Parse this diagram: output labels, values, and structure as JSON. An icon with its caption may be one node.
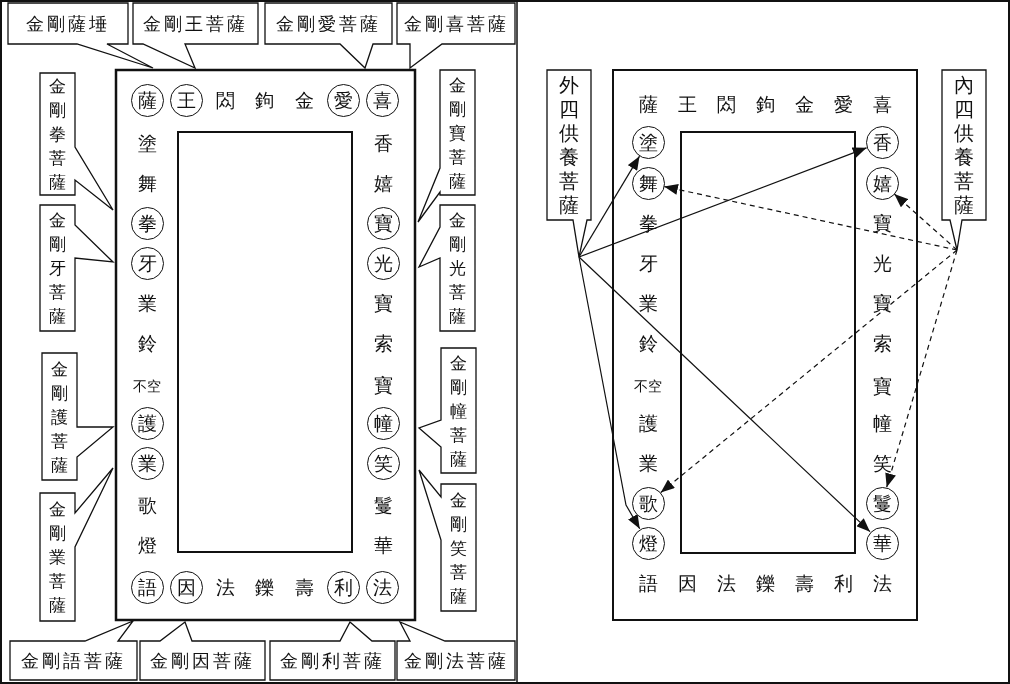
{
  "diagram": {
    "nodes": [
      {
        "text": [
          "金剛薩埵"
        ]
      },
      {
        "text": [
          "金剛王菩薩"
        ]
      },
      {
        "text": [
          "金剛愛菩薩"
        ]
      },
      {
        "text": [
          "金剛喜菩薩"
        ]
      },
      {
        "text": [
          "金剛拳菩薩"
        ]
      },
      {
        "text": [
          "金剛寶菩薩"
        ]
      },
      {
        "text": [
          "金剛牙菩薩"
        ]
      },
      {
        "text": [
          "金剛光菩薩"
        ]
      },
      {
        "text": [
          "金剛護菩薩"
        ]
      },
      {
        "text": [
          "金剛幢菩薩"
        ]
      },
      {
        "text": [
          "金剛業菩薩"
        ]
      },
      {
        "text": [
          "金剛笑菩薩"
        ]
      },
      {
        "text": [
          "金剛語菩薩"
        ]
      },
      {
        "text": [
          "金剛因菩薩"
        ]
      },
      {
        "text": [
          "金剛利菩薩"
        ]
      },
      {
        "text": [
          "金剛法菩薩"
        ]
      },
      {
        "text": [
          "薩"
        ]
      },
      {
        "text": [
          "王"
        ]
      },
      {
        "text": [
          "愛"
        ]
      },
      {
        "text": [
          "喜"
        ]
      },
      {
        "text": [
          "拳"
        ]
      },
      {
        "text": [
          "寶"
        ]
      },
      {
        "text": [
          "牙"
        ]
      },
      {
        "text": [
          "光"
        ]
      },
      {
        "text": [
          "護"
        ]
      },
      {
        "text": [
          "幢"
        ]
      },
      {
        "text": [
          "業"
        ]
      },
      {
        "text": [
          "笑"
        ]
      },
      {
        "text": [
          "語"
        ]
      },
      {
        "text": [
          "因"
        ]
      },
      {
        "text": [
          "利"
        ]
      },
      {
        "text": [
          "法"
        ]
      },
      {
        "text": [
          "外四供養菩薩"
        ]
      },
      {
        "text": [
          "內四供養菩薩"
        ]
      },
      {
        "text": [
          "塗"
        ]
      },
      {
        "text": [
          "香"
        ]
      },
      {
        "text": [
          "舞"
        ]
      },
      {
        "text": [
          "嬉"
        ]
      },
      {
        "text": [
          "歌"
        ]
      },
      {
        "text": [
          "鬘"
        ]
      },
      {
        "text": [
          "燈"
        ]
      },
      {
        "text": [
          "華"
        ]
      }
    ],
    "edges": [
      {
        "from": 32,
        "to": 34,
        "arrow": "to"
      },
      {
        "from": 32,
        "to": 35,
        "arrow": "to"
      },
      {
        "from": 32,
        "to": 40,
        "arrow": "to"
      },
      {
        "from": 32,
        "to": 41,
        "arrow": "to"
      },
      {
        "from": 33,
        "to": 36,
        "arrow": "to",
        "style": "dashed"
      },
      {
        "from": 33,
        "to": 37,
        "arrow": "to",
        "style": "dashed"
      },
      {
        "from": 33,
        "to": 38,
        "arrow": "to",
        "style": "dashed"
      },
      {
        "from": 33,
        "to": 39,
        "arrow": "to",
        "style": "dashed"
      }
    ],
    "labels": [
      "閦",
      "鉤",
      "金",
      "塗",
      "香",
      "舞",
      "嬉",
      "業",
      "寶",
      "鈴",
      "索",
      "不空",
      "寶",
      "歌",
      "鬘",
      "燈",
      "華",
      "法",
      "鑠",
      "壽",
      "薩",
      "王",
      "閦",
      "鉤",
      "金",
      "愛",
      "喜",
      "拳",
      "寶",
      "牙",
      "光",
      "業",
      "寶",
      "鈴",
      "索",
      "不空",
      "寶",
      "護",
      "幢",
      "業",
      "笑",
      "語",
      "因",
      "法",
      "鑠",
      "壽",
      "利",
      "法"
    ]
  }
}
